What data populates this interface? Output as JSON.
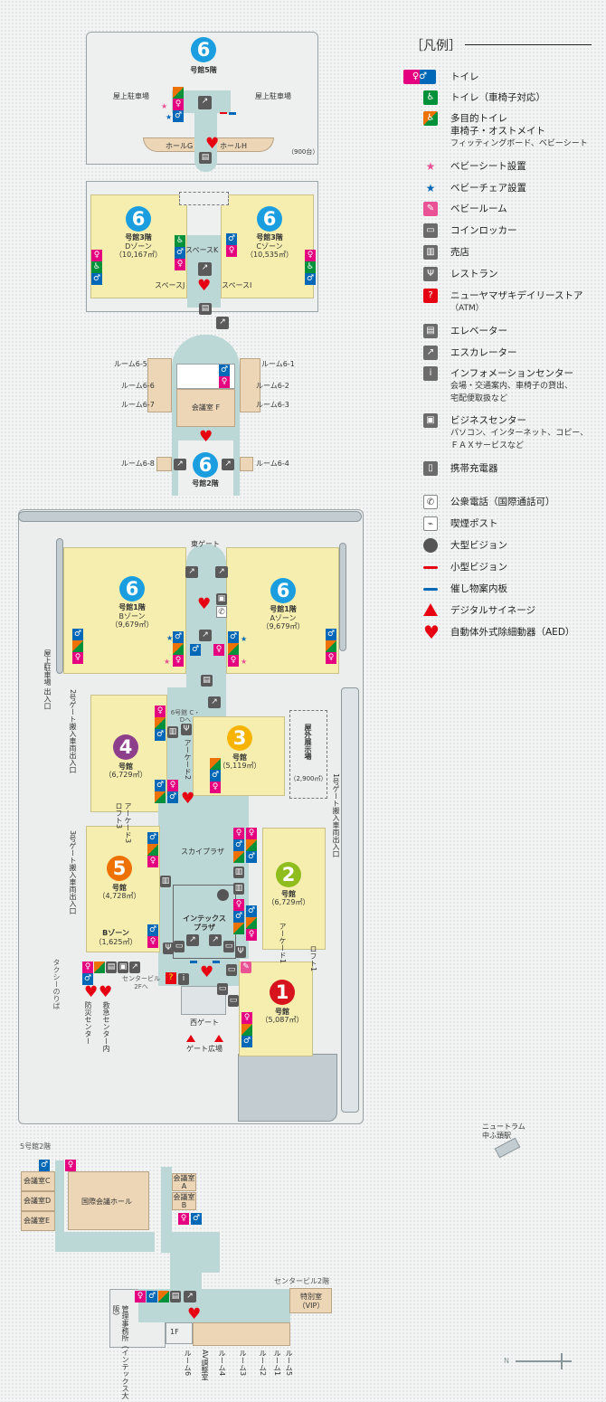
{
  "legend": {
    "title": "［凡例］",
    "items": [
      {
        "icon": "toilet-icon",
        "label": "トイレ",
        "color": "#e4007f"
      },
      {
        "icon": "wheelchair-toilet-icon",
        "label": "トイレ（車椅子対応）",
        "color": "#00913a"
      },
      {
        "icon": "multipurpose-toilet-icon",
        "label": "多目的トイレ",
        "sub": [
          "車椅子・オストメイト",
          "フィッティングボード、ベビーシート"
        ],
        "color": "#ee7203"
      },
      {
        "icon": "baby-seat-star-icon",
        "label": "ベビーシート設置",
        "color": "#e95295"
      },
      {
        "icon": "baby-chair-star-icon",
        "label": "ベビーチェア設置",
        "color": "#0068b7"
      },
      {
        "icon": "baby-room-icon",
        "label": "ベビールーム",
        "color": "#e95295"
      },
      {
        "icon": "coin-locker-icon",
        "label": "コインロッカー",
        "color": "#6b6b6b"
      },
      {
        "icon": "shop-icon",
        "label": "売店",
        "color": "#6b6b6b"
      },
      {
        "icon": "restaurant-icon",
        "label": "レストラン",
        "color": "#6b6b6b"
      },
      {
        "icon": "convenience-store-icon",
        "label": "ニューヤマザキデイリーストア",
        "sub": [
          "（ATM）"
        ],
        "color": "#e60012"
      },
      {
        "icon": "elevator-icon",
        "label": "エレベーター",
        "color": "#6b6b6b"
      },
      {
        "icon": "escalator-icon",
        "label": "エスカレーター",
        "color": "#6b6b6b"
      },
      {
        "icon": "information-icon",
        "label": "インフォメーションセンター",
        "sub": [
          "会場・交通案内、車椅子の貸出、",
          "宅配便取扱など"
        ],
        "color": "#6b6b6b"
      },
      {
        "icon": "business-center-icon",
        "label": "ビジネスセンター",
        "sub": [
          "パソコン、インターネット、コピー、",
          "ＦＡＸサービスなど"
        ],
        "color": "#6b6b6b"
      },
      {
        "icon": "phone-charger-icon",
        "label": "携帯充電器",
        "color": "#6b6b6b"
      },
      {
        "icon": "public-phone-icon",
        "label": "公衆電話（国際通話可）",
        "color": "#ffffff"
      },
      {
        "icon": "smoking-post-icon",
        "label": "喫煙ポスト",
        "color": "#ffffff"
      },
      {
        "icon": "large-vision-icon",
        "label": "大型ビジョン",
        "color": "#555555"
      },
      {
        "icon": "small-vision-icon",
        "label": "小型ビジョン",
        "color": "#e60012"
      },
      {
        "icon": "event-board-icon",
        "label": "催し物案内板",
        "color": "#0068b7"
      },
      {
        "icon": "digital-signage-icon",
        "label": "デジタルサイネージ",
        "color": "#e60012"
      },
      {
        "icon": "aed-icon",
        "label": "自動体外式除細動器（AED）",
        "color": "#e60012"
      }
    ]
  },
  "colors": {
    "hall6": "#1a9ee0",
    "hall4": "#8e3f8c",
    "hall3": "#f6b300",
    "hall5": "#ee7203",
    "hall2": "#8fbd1d",
    "hall1": "#d7141e",
    "floor": "#f5eeae",
    "corridor": "#bcd8d6"
  },
  "f6_5": {
    "num": "6",
    "floor": "号館5階",
    "parking_left": "屋上駐車場",
    "parking_right": "屋上駐車場",
    "hall_g": "ホールG",
    "hall_h": "ホールH",
    "capacity": "（900台）"
  },
  "f6_3": {
    "num_d": "6",
    "floor_d": "号館3階",
    "zone_d": "Dゾーン",
    "area_d": "（10,167㎡）",
    "num_c": "6",
    "floor_c": "号館3階",
    "zone_c": "Cゾーン",
    "area_c": "（10,535㎡）",
    "space_k": "スペースK",
    "space_j": "スペースJ",
    "space_i": "スペースI"
  },
  "f6_2": {
    "rooms": [
      "ルーム6-5",
      "ルーム6-6",
      "ルーム6-7",
      "ルーム6-8",
      "ルーム6-1",
      "ルーム6-2",
      "ルーム6-3",
      "ルーム6-4"
    ],
    "conference": "会議室 F",
    "num": "6",
    "floor": "号館2階"
  },
  "f1": {
    "east_gate": "東ゲート",
    "hall6b": {
      "num": "6",
      "floor": "号館1階",
      "zone": "Bゾーン",
      "area": "（9,679㎡）"
    },
    "hall6a": {
      "num": "6",
      "floor": "号館1階",
      "zone": "Aゾーン",
      "area": "（9,679㎡）"
    },
    "to_6cd": "6号館 C・Dへ",
    "hall4": {
      "num": "4",
      "name": "号館",
      "area": "（6,729㎡）"
    },
    "hall3": {
      "num": "3",
      "name": "号館",
      "area": "（5,119㎡）"
    },
    "outdoor": "屋外展示場",
    "outdoor_area": "（2,900㎡）",
    "arcade2": "アーケード2",
    "arcade3": "アーケード3",
    "loft3": "ロフト3",
    "sky_plaza": "スカイプラザ",
    "hall5": {
      "num": "5",
      "name": "号館",
      "area": "（4,728㎡）"
    },
    "zone_b": "Bゾーン",
    "zone_b_area": "（1,625㎡）",
    "hall2": {
      "num": "2",
      "name": "号館",
      "area": "（6,729㎡）"
    },
    "intex_plaza": "インテックスプラザ",
    "arcade1": "アーケード1",
    "loft1": "ロフト1",
    "hall1": {
      "num": "1",
      "name": "号館",
      "area": "（5,087㎡）"
    },
    "center_2f": "センタービル 2Fへ",
    "west_gate": "西ゲート",
    "gate_plaza": "ゲート広場",
    "disaster_center": "防災センター",
    "first_aid": "救急センター内",
    "taxi": "タクシーのりば",
    "roof_parking_entrance": "屋上駐車場 出入口",
    "gate2_entrance": "2号ゲート搬入車両出入口",
    "gate3_entrance": "3号ゲート搬入車両出入口",
    "gate1_entrance": "1号ゲート搬入車両出入口",
    "newtram": "ニュートラム",
    "station": "中ふ頭駅"
  },
  "f2": {
    "hall5_2f": "5号館2階",
    "conf_c": "会議室C",
    "conf_d": "会議室D",
    "conf_e": "会議室E",
    "intl_hall": "国際会議ホール",
    "conf_a": "会議室 A",
    "conf_b": "会議室 B",
    "center_2f": "センタービル2階",
    "vip": "特別室（VIP）",
    "office": "管理事務所（インテックス大阪）",
    "to_1f": "1F",
    "rooms": [
      "ルーム6",
      "AV調整室",
      "ルーム4",
      "ルーム3",
      "ルーム2",
      "ルーム1",
      "ルーム5"
    ]
  },
  "compass": {
    "north": "N"
  }
}
